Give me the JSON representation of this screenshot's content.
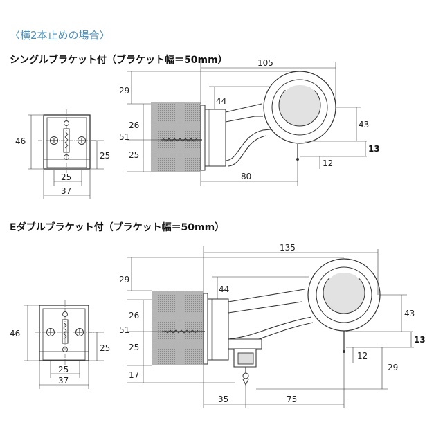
{
  "heading": "〈横2本止めの場合〉",
  "section1": {
    "title": "シングルブラケット付（ブラケット幅＝50mm）",
    "front": {
      "d46": "46",
      "d25r": "25",
      "d25b": "25",
      "d37": "37"
    },
    "side": {
      "d105": "105",
      "d29": "29",
      "d44": "44",
      "d26": "26",
      "d51": "51",
      "d25": "25",
      "d43": "43",
      "d13": "13",
      "d12": "12",
      "d80": "80"
    }
  },
  "section2": {
    "title": "Eダブルブラケット付（ブラケット幅＝50mm）",
    "front": {
      "d46": "46",
      "d25r": "25",
      "d25b": "25",
      "d37": "37"
    },
    "side": {
      "d135": "135",
      "d29": "29",
      "d44": "44",
      "d26": "26",
      "d51": "51",
      "d25": "25",
      "d17": "17",
      "d43": "43",
      "d13": "13",
      "d12": "12",
      "d29b": "29",
      "d35": "35",
      "d75": "75"
    }
  }
}
